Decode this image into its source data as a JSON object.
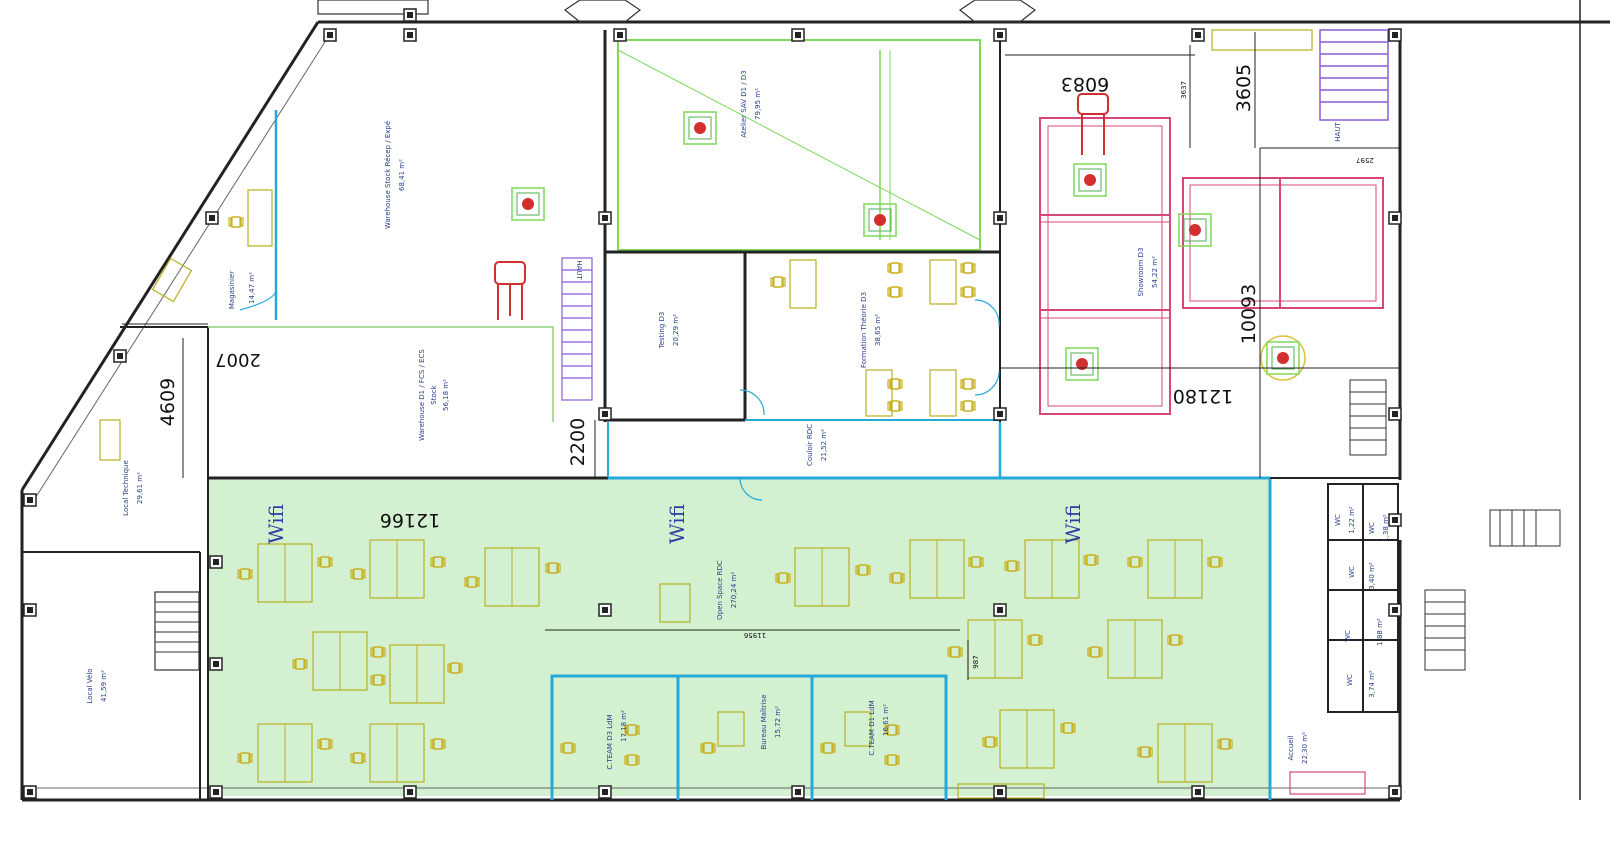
{
  "colors": {
    "wall": "#222222",
    "partition_blue": "#25a9d8",
    "open_space_fill": "#d3f1d0",
    "green_room": "#7ed957",
    "showroom": "#d9477a",
    "stair": "#8a5cd6",
    "furniture": "#b8b020",
    "chair": "#ddc33a",
    "red_marker": "#d22f2f",
    "label": "#2a3f8f"
  },
  "dimensions": {
    "d6083": "6083",
    "d3605": "3605",
    "d3637": "3637",
    "d2007": "2007",
    "d4609": "4609",
    "d2200": "2200",
    "d12166": "12166",
    "d10093": "10093",
    "d12180": "12180",
    "d11956": "11956",
    "d2597": "2597",
    "d987": "987"
  },
  "wifi": {
    "w1": "Wifi",
    "w2": "Wifi",
    "w3": "Wifi"
  },
  "rooms": {
    "warehouse_stock": {
      "name": "Warehouse Stock Récep / Expé",
      "area": "68,41 m²"
    },
    "magasinier": {
      "name": "Magasinier",
      "area": "14,47 m²"
    },
    "warehouse_d1": {
      "name": "Warehouse D1 / FCS / ECS",
      "sub": "Stock",
      "area": "56,18 m²"
    },
    "atelier_sav": {
      "name": "Atelier SAV D1 / D3",
      "area": "79,95 m²"
    },
    "testing": {
      "name": "Testing D3",
      "area": "20,29 m²"
    },
    "formation": {
      "name": "Formation Théorie D3",
      "area": "38,65 m²"
    },
    "couloir": {
      "name": "Couloir RDC",
      "area": "21,52 m²"
    },
    "showroom": {
      "name": "Showroom D3",
      "area": "54,22 m²"
    },
    "local_technique": {
      "name": "Local Technique",
      "area": "29,61 m²"
    },
    "local_velo": {
      "name": "Local Vélo",
      "area": "41,59 m²"
    },
    "open_space": {
      "name": "Open Space RDC",
      "area": "270,24 m²"
    },
    "cteam_d3": {
      "name": "C.TEAM D3 LdM",
      "area": "17,18 m²"
    },
    "bureau": {
      "name": "Bureau Maîtrise",
      "area": "15,72 m²"
    },
    "cteam_d1": {
      "name": "C.TEAM D1 LdM",
      "area": "16,61 m²"
    },
    "accueil": {
      "name": "Accueil",
      "area": "22,30 m²"
    },
    "wc1": {
      "name": "WC",
      "area": "1,22 m²"
    },
    "wc2": {
      "name": "WC",
      "area": "1,38 m²"
    },
    "wc3": {
      "name": "WC",
      "area": "3,40 m²"
    },
    "wc4": {
      "name": "WC",
      "area": "1,88 m²"
    },
    "wc5": {
      "name": "WC",
      "area": "3,74 m²"
    }
  },
  "labels": {
    "haut1": "HAUT",
    "haut2": "HAUT"
  }
}
